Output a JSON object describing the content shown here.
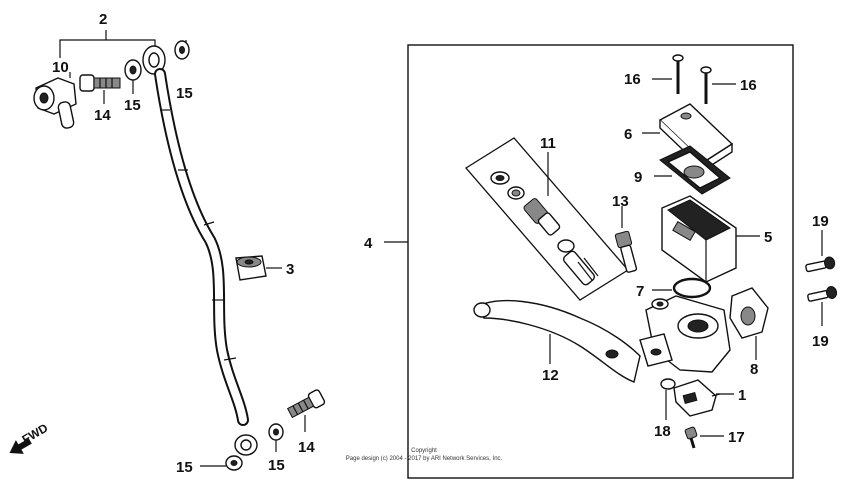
{
  "callouts": {
    "c1": "1",
    "c2": "2",
    "c3": "3",
    "c4": "4",
    "c5": "5",
    "c6": "6",
    "c7": "7",
    "c8": "8",
    "c9": "9",
    "c10": "10",
    "c11": "11",
    "c12": "12",
    "c13": "13",
    "c14a": "14",
    "c14b": "14",
    "c15a": "15",
    "c15b": "15",
    "c15c": "15",
    "c15d": "15",
    "c16a": "16",
    "c16b": "16",
    "c17": "17",
    "c18": "18",
    "c19a": "19",
    "c19b": "19"
  },
  "fwd_label": "FWD",
  "copyright": {
    "line1": "Copyright",
    "line2": "Page design (c) 2004 - 2017 by ARI Network Services, Inc."
  }
}
